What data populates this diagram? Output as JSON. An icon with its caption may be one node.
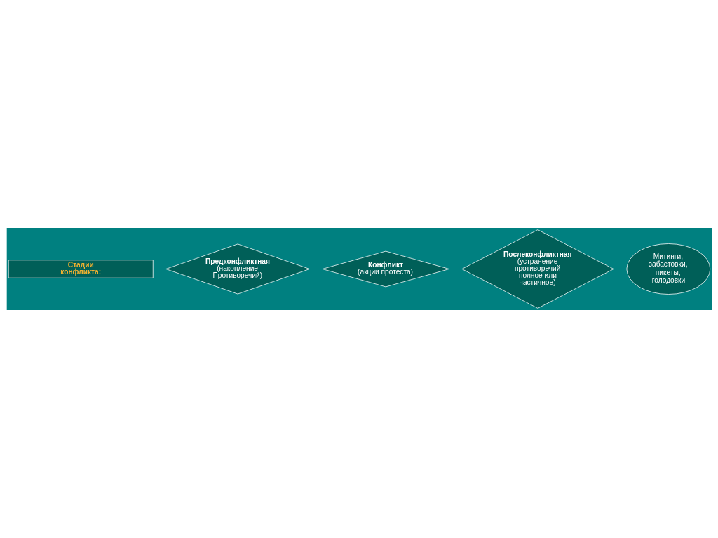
{
  "diagram": {
    "nodes": [
      {
        "text": [
          "Стадии конфликта:"
        ]
      },
      {
        "text": [
          "Предконфликтная",
          "(накопление Противоречий)"
        ]
      },
      {
        "text": [
          "Конфликт",
          "(акции протеста)"
        ]
      },
      {
        "text": [
          "Послеконфликтная",
          "(устранение противоречий полное или частичное)"
        ]
      },
      {
        "text": [
          "Митинги, забастовки, пикеты, голодовки"
        ]
      }
    ],
    "edges": []
  }
}
